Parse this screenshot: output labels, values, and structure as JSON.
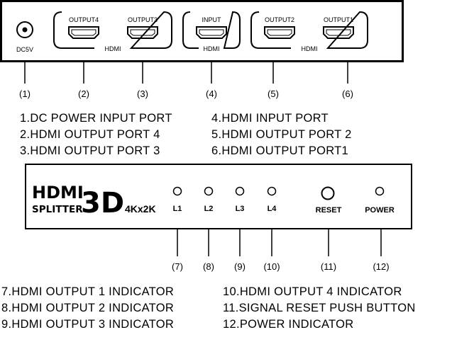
{
  "back_panel": {
    "dc_label": "DC5V",
    "output4_label": "OUTPUT4",
    "output3_label": "OUTPUT3",
    "hdmi_group1_label": "HDMI",
    "input_label": "INPUT",
    "hdmi_input_label": "HDMI",
    "output2_label": "OUTPUT2",
    "output1_label": "OUTPUT1",
    "hdmi_group2_label": "HDMI",
    "callouts": [
      "(1)",
      "(2)",
      "(3)",
      "(4)",
      "(5)",
      "(6)"
    ]
  },
  "back_legend": {
    "left": [
      "1.DC POWER INPUT PORT",
      "2.HDMI OUTPUT PORT 4",
      "3.HDMI OUTPUT PORT 3"
    ],
    "right": [
      "4.HDMI  INPUT PORT",
      "5.HDMI OUTPUT PORT 2",
      "6.HDMI  OUTPUT PORT1"
    ]
  },
  "front_panel": {
    "brand_line1": "HDMI",
    "brand_line2": "SPLITTER",
    "brand_3d": "3D",
    "brand_res": "4Kx2K",
    "l1": "L1",
    "l2": "L2",
    "l3": "L3",
    "l4": "L4",
    "reset": "RESET",
    "power": "POWER",
    "callouts": [
      "(7)",
      "(8)",
      "(9)",
      "(10)",
      "(11)",
      "(12)"
    ]
  },
  "front_legend": {
    "left": [
      "7.HDMI OUTPUT 1 INDICATOR",
      "8.HDMI OUTPUT 2 INDICATOR",
      "9.HDMI OUTPUT 3 INDICATOR"
    ],
    "right": [
      "10.HDMI OUTPUT 4 INDICATOR",
      "11.SIGNAL RESET PUSH BUTTON",
      "12.POWER  INDICATOR"
    ]
  }
}
